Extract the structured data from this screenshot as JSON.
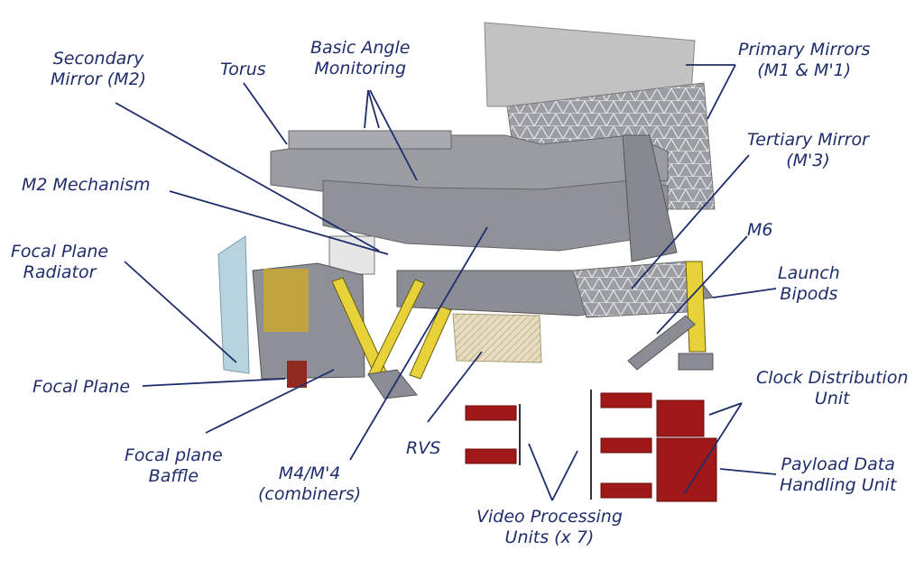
{
  "labels": {
    "secondary_mirror": "Secondary\nMirror (M2)",
    "torus": "Torus",
    "basic_angle": "Basic Angle\nMonitoring",
    "primary_mirrors": "Primary Mirrors\n(M1 & M'1)",
    "tertiary_mirror": "Tertiary Mirror\n(M'3)",
    "m2_mechanism": "M2 Mechanism",
    "focal_plane_radiator": "Focal Plane\nRadiator",
    "m6": "M6",
    "launch_bipods": "Launch\nBipods",
    "focal_plane": "Focal Plane",
    "clock_distribution": "Clock Distribution\nUnit",
    "rvs": "RVS",
    "focal_plane_baffle": "Focal plane\nBaffle",
    "m4_combiners": "M4/M'4\n(combiners)",
    "payload_data": "Payload Data\nHandling Unit",
    "video_processing": "Video Processing\nUnits (x 7)"
  },
  "colors": {
    "label": "#1f2d6b",
    "structure": "#8c8f95",
    "bipod": "#e8d23a",
    "electronics": "#a01818",
    "mirror": "#b8b8b8",
    "radiator": "#b7d3e0"
  }
}
